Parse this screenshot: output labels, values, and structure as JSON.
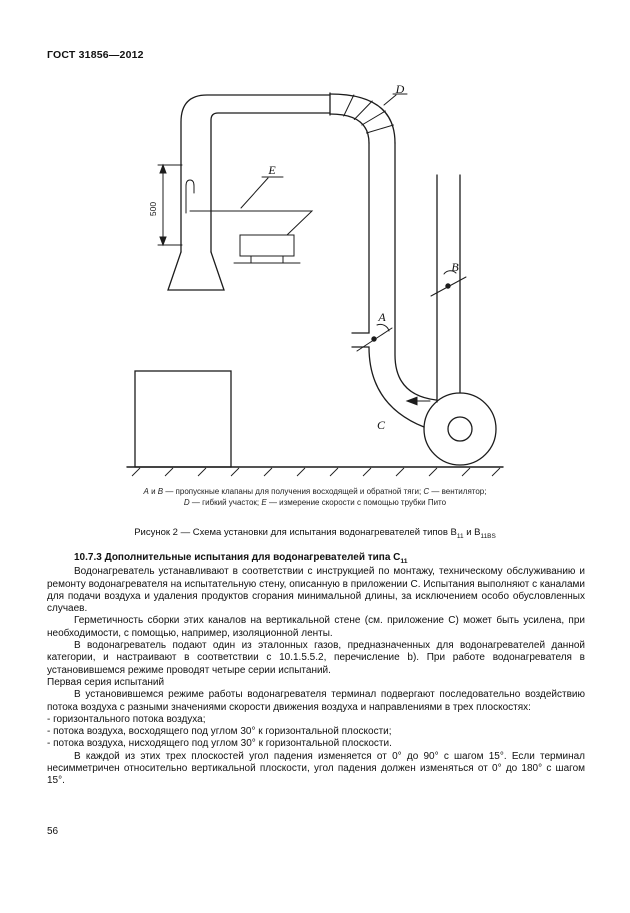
{
  "page": {
    "header": "ГОСТ 31856—2012",
    "number": "56"
  },
  "diagram": {
    "labels": {
      "dim500": "500",
      "a": "A",
      "b": "B",
      "c": "C",
      "d": "D",
      "e": "E"
    }
  },
  "figure": {
    "legend_lines": [
      {
        "parts": [
          {
            "t": "А",
            "i": true
          },
          {
            "t": " и "
          },
          {
            "t": "В",
            "i": true
          },
          {
            "t": " — пропускные клапаны для получения восходящей и обратной тяги; "
          },
          {
            "t": "С",
            "i": true
          },
          {
            "t": " — вентилятор;"
          }
        ]
      },
      {
        "parts": [
          {
            "t": "D",
            "i": true
          },
          {
            "t": " — гибкий участок; "
          },
          {
            "t": "Е",
            "i": true
          },
          {
            "t": " — измерение скорости с помощью трубки Пито"
          }
        ]
      }
    ],
    "caption_parts": [
      {
        "t": "Рисунок 2 — Схема установки для испытания водонагревателей типов В"
      },
      {
        "t": "11",
        "sub": true
      },
      {
        "t": " и В"
      },
      {
        "t": "11BS",
        "sub": true
      }
    ]
  },
  "section": {
    "heading_parts": [
      {
        "t": "10.7.3 Дополнительные испытания для водонагревателей типа С"
      },
      {
        "t": "11",
        "sub": true
      }
    ]
  },
  "body": {
    "paragraphs": [
      {
        "indent": true,
        "text": "Водонагреватель устанавливают в соответствии с инструкцией по монтажу, техническому обслуживанию и ремонту водонагревателя на испытательную стену, описанную в приложении С. Испытания выполняют с каналами для подачи воздуха и удаления продуктов сгорания минимальной длины, за исключением особо обусловленных случаев."
      },
      {
        "indent": true,
        "text": "Герметичность сборки этих каналов на вертикальной стене (см. приложение С) может быть усилена, при необходимости, с помощью, например, изоляционной ленты."
      },
      {
        "indent": true,
        "text": "В водонагреватель подают один из эталонных газов, предназначенных для водонагревателей данной категории, и настраивают в соответствии с 10.1.5.5.2, перечисление b). При работе водонагревателя в установившемся режиме проводят четыре серии испытаний."
      },
      {
        "indent": false,
        "text": "Первая серия испытаний"
      },
      {
        "indent": true,
        "text": "В установившемся режиме работы водонагревателя терминал подвергают последовательно воздействию потока воздуха с разными значениями скорости движения воздуха и направлениями в трех плоскостях:"
      },
      {
        "indent": false,
        "text": "- горизонтального потока воздуха;"
      },
      {
        "indent": false,
        "text": "- потока воздуха, восходящего под углом 30° к горизонтальной плоскости;"
      },
      {
        "indent": false,
        "text": "- потока воздуха, нисходящего под углом 30° к горизонтальной плоскости."
      },
      {
        "indent": true,
        "text": "В каждой из этих трех плоскостей угол падения изменяется от 0° до 90° с шагом 15°. Если терминал несимметричен относительно вертикальной плоскости, угол падения должен изменяться от 0° до 180° с шагом 15°."
      }
    ]
  }
}
